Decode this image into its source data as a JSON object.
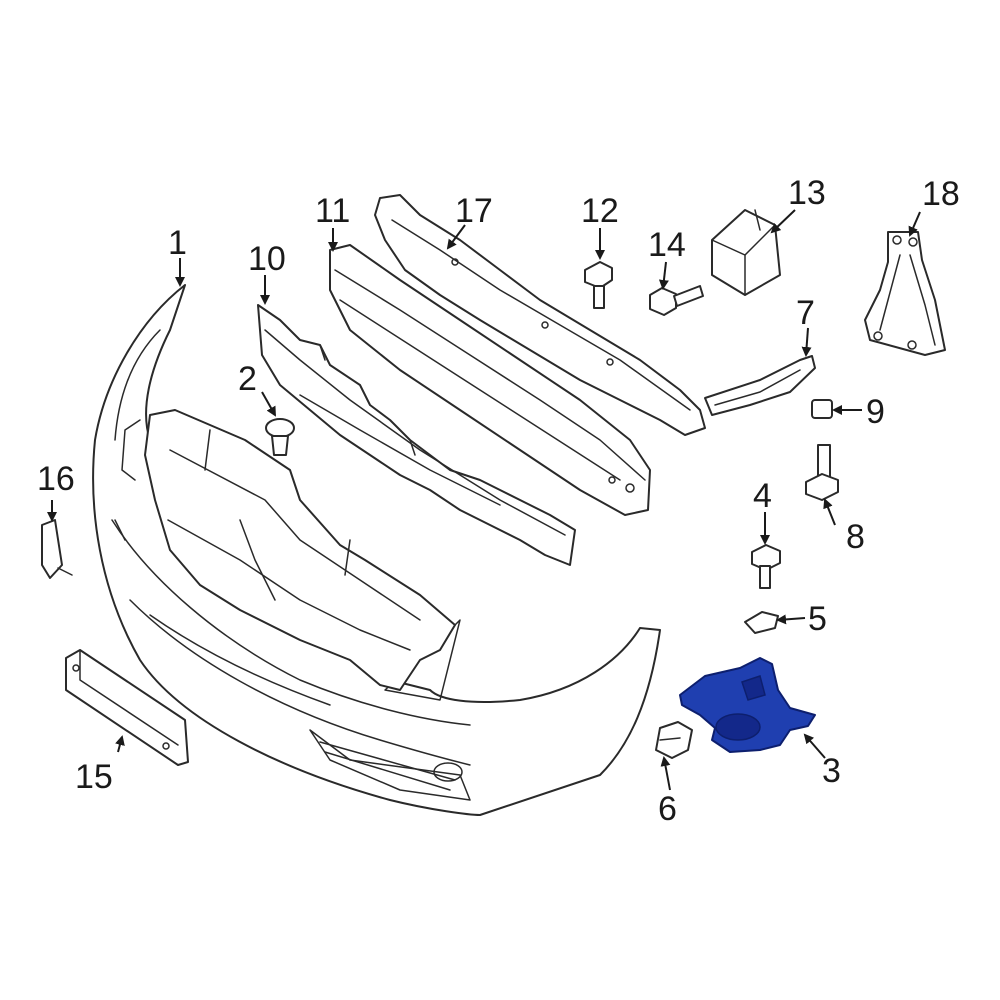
{
  "diagram": {
    "highlight_color": "#1f3fb0",
    "line_color": "#2a2a2a",
    "highlighted_part": "3",
    "callouts": [
      {
        "id": "c1",
        "text": "1"
      },
      {
        "id": "c2",
        "text": "2"
      },
      {
        "id": "c3",
        "text": "3"
      },
      {
        "id": "c4",
        "text": "4"
      },
      {
        "id": "c5",
        "text": "5"
      },
      {
        "id": "c6",
        "text": "6"
      },
      {
        "id": "c7",
        "text": "7"
      },
      {
        "id": "c8",
        "text": "8"
      },
      {
        "id": "c9",
        "text": "9"
      },
      {
        "id": "c10",
        "text": "10"
      },
      {
        "id": "c11",
        "text": "11"
      },
      {
        "id": "c12",
        "text": "12"
      },
      {
        "id": "c13",
        "text": "13"
      },
      {
        "id": "c14",
        "text": "14"
      },
      {
        "id": "c15",
        "text": "15"
      },
      {
        "id": "c16",
        "text": "16"
      },
      {
        "id": "c17",
        "text": "17"
      },
      {
        "id": "c18",
        "text": "18"
      }
    ]
  }
}
